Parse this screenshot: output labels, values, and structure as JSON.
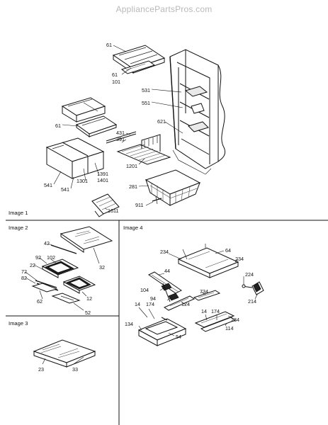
{
  "watermark": "AppliancePartsPros.com",
  "sections": {
    "image1": "Image 1",
    "image2": "Image 2",
    "image3": "Image 3",
    "image4": "Image 4"
  },
  "labels": {
    "l61a": "61",
    "l61b": "61",
    "l101": "101",
    "l531": "531",
    "l551": "551",
    "l621": "621",
    "l61c": "61",
    "l431": "431",
    "l391": "391",
    "l1201": "1201",
    "l1391": "1391",
    "l1401": "1401",
    "l1301": "1301",
    "l541a": "541",
    "l541b": "541",
    "l281": "281",
    "l911": "911",
    "l1611": "1611",
    "l42": "42",
    "l32": "32",
    "l92": "92",
    "l102": "102",
    "l22": "22",
    "l72": "72",
    "l82": "82",
    "l12": "12",
    "l62": "62",
    "l52": "52",
    "l23": "23",
    "l33": "33",
    "l234a": "234",
    "l64": "64",
    "l234b": "234",
    "l44": "44",
    "l224": "224",
    "l104": "104",
    "l94": "94",
    "l124": "124",
    "l734": "734",
    "l214": "214",
    "l14a": "14",
    "l174a": "174",
    "l14b": "14",
    "l174b": "174",
    "l234c": "234",
    "l134": "134",
    "l54": "54",
    "l114": "114"
  }
}
